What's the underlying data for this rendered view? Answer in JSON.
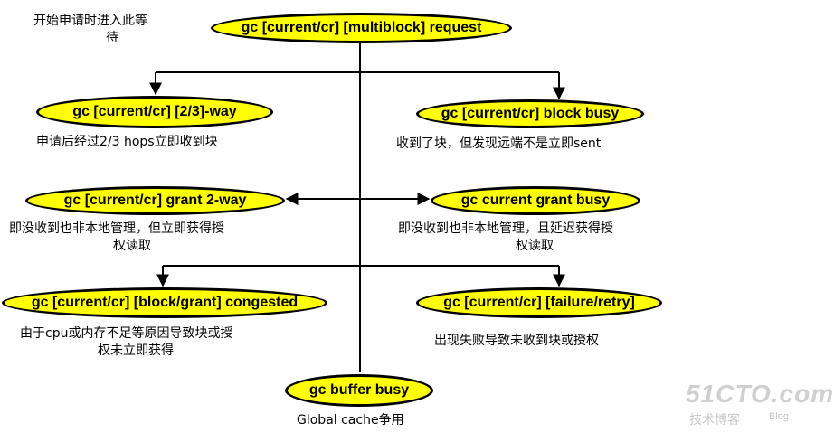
{
  "nodes": {
    "root": "gc [current/cr] [multiblock] request",
    "way23": "gc [current/cr] [2/3]-way",
    "block_busy": "gc [current/cr] block busy",
    "grant2way": "gc [current/cr] grant 2-way",
    "grant_busy": "gc current grant busy",
    "congested": "gc [current/cr] [block/grant] congested",
    "failure": "gc [current/cr] [failure/retry]",
    "buffer_busy": "gc buffer busy"
  },
  "notes": {
    "top_left_line1": "开始申请时进入此等",
    "top_left_line2": "待",
    "way23": "申请后经过2/3 hops立即收到块",
    "block_busy": "收到了块，但发现远端不是立即sent",
    "grant2way_line1": "即没收到也非本地管理，但立即获得授",
    "grant2way_line2": "权读取",
    "grant_busy_line1": "即没收到也非本地管理，且延迟获得授",
    "grant_busy_line2": "权读取",
    "congested_line1": "由于cpu或内存不足等原因导致块或授",
    "congested_line2": "权未立即获得",
    "failure": "出现失败导致未收到块或授权",
    "buffer_busy": "Global cache争用"
  },
  "watermark": {
    "site": "51CTO.com",
    "subtitle": "技术博客",
    "blog": "Blog"
  }
}
